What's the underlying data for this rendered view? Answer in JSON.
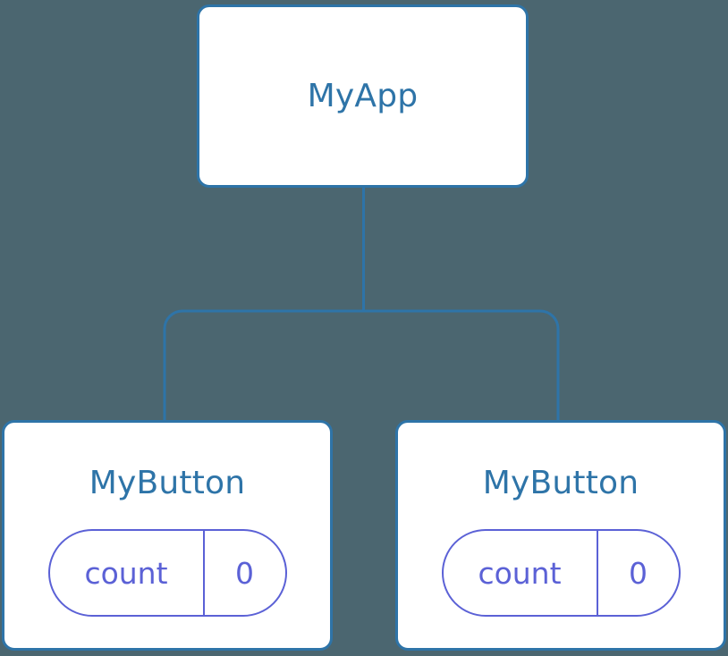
{
  "diagram": {
    "type": "component-tree",
    "background_color": "#4b6670",
    "node_border_color": "#2e74a8",
    "node_fill_color": "#ffffff",
    "node_title_color": "#2e74a8",
    "state_accent_color": "#5b61d6",
    "edge_color": "#2e74a8"
  },
  "root": {
    "title": "MyApp"
  },
  "children": [
    {
      "title": "MyButton",
      "state": {
        "key": "count",
        "value": "0"
      }
    },
    {
      "title": "MyButton",
      "state": {
        "key": "count",
        "value": "0"
      }
    }
  ]
}
